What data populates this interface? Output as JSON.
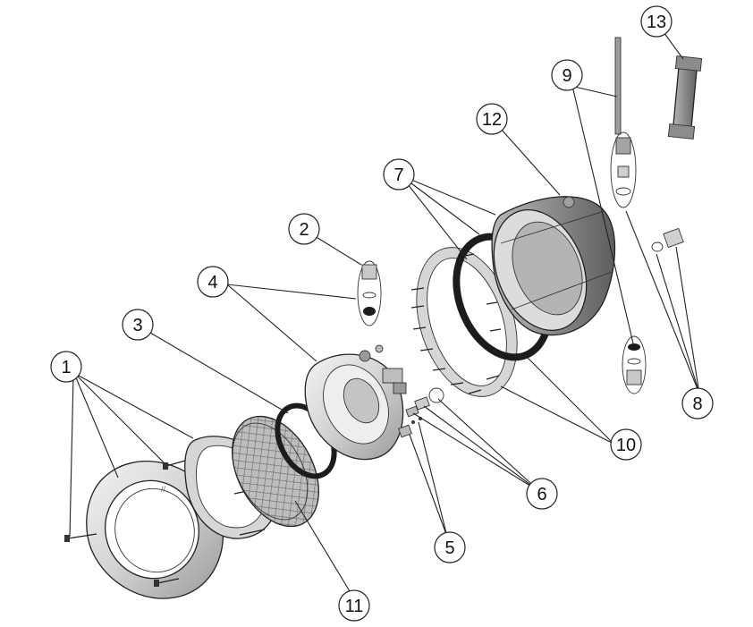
{
  "diagram": {
    "callouts": [
      {
        "id": "1",
        "label": "1"
      },
      {
        "id": "2",
        "label": "2"
      },
      {
        "id": "3",
        "label": "3"
      },
      {
        "id": "4",
        "label": "4"
      },
      {
        "id": "5",
        "label": "5"
      },
      {
        "id": "6",
        "label": "6"
      },
      {
        "id": "7",
        "label": "7"
      },
      {
        "id": "8",
        "label": "8"
      },
      {
        "id": "9",
        "label": "9"
      },
      {
        "id": "10",
        "label": "10"
      },
      {
        "id": "11",
        "label": "11"
      },
      {
        "id": "12",
        "label": "12"
      },
      {
        "id": "13",
        "label": "13"
      }
    ],
    "colors": {
      "ink": "#222222",
      "part_light": "#e4e4e4",
      "part_mid": "#c8c8c8",
      "part_dark": "#8c8c8c",
      "gasket": "#1c1c1c"
    }
  }
}
